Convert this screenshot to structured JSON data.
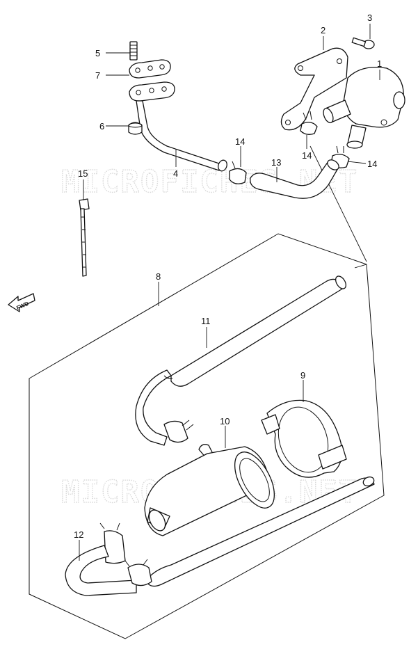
{
  "diagram": {
    "watermark": "MICROFICHES.NET",
    "direction_label": "FWD",
    "callouts": {
      "c1": "1",
      "c2": "2",
      "c3": "3",
      "c4": "4",
      "c5": "5",
      "c6": "6",
      "c7": "7",
      "c8": "8",
      "c9": "9",
      "c10": "10",
      "c11": "11",
      "c12": "12",
      "c13": "13",
      "c14": "14",
      "c15": "15"
    }
  }
}
